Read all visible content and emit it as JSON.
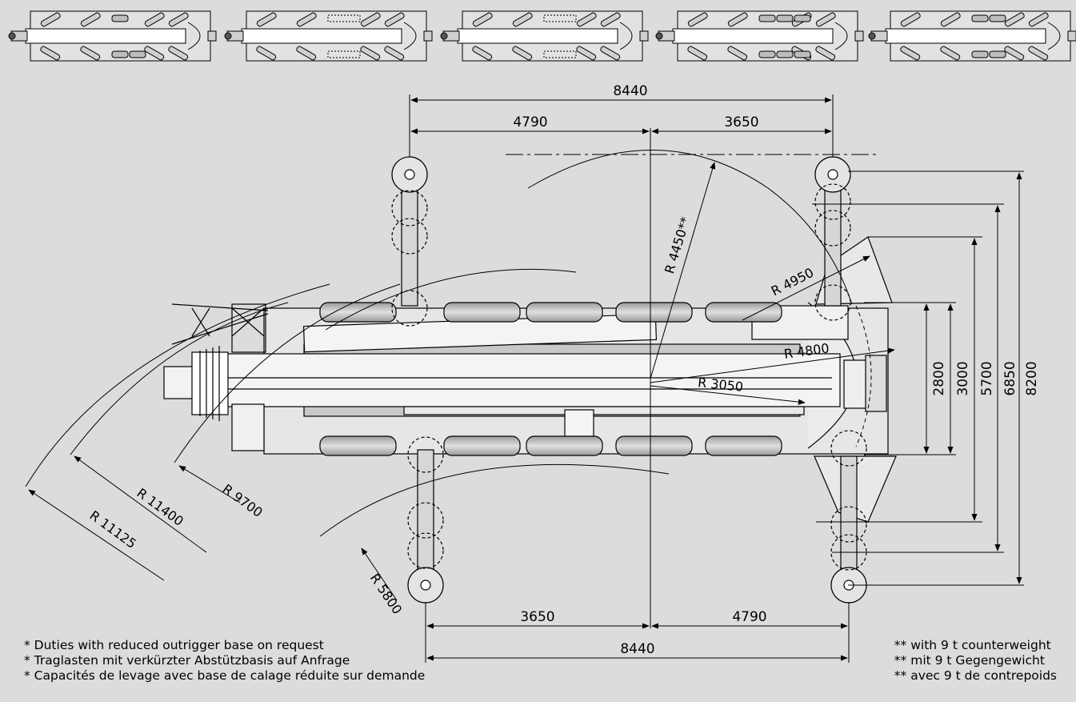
{
  "dimensions": {
    "top_total": "8440",
    "top_left": "4790",
    "top_right": "3650",
    "bottom_total": "8440",
    "bottom_left": "3650",
    "bottom_right": "4790",
    "v_2800": "2800",
    "v_3000": "3000",
    "v_5700": "5700",
    "v_6850": "6850",
    "v_8200": "8200"
  },
  "radii": {
    "r4450": "R 4450**",
    "r4950": "R 4950",
    "r4800": "R 4800",
    "r3050": "R 3050",
    "r11400": "R 11400",
    "r11125": "R 11125",
    "r9700": "R 9700",
    "r5800": "R 5800"
  },
  "notes_left": [
    "*  Duties with reduced outrigger base on request",
    "*  Traglasten mit verkürzter Abstützbasis auf Anfrage",
    "*  Capacités de levage avec base de calage réduite sur demande"
  ],
  "notes_right": [
    "** with 9 t counterweight",
    "** mit 9 t Gegengewicht",
    "** avec 9 t de contrepoids"
  ],
  "thumbnail_configs": [
    {
      "top_weights": 1,
      "bottom_weights": 2
    },
    {
      "top_weights": 0,
      "bottom_weights": 0
    },
    {
      "top_weights": 0,
      "bottom_weights": 0
    },
    {
      "top_weights": 3,
      "bottom_weights": 3
    },
    {
      "top_weights": 2,
      "bottom_weights": 2
    }
  ]
}
